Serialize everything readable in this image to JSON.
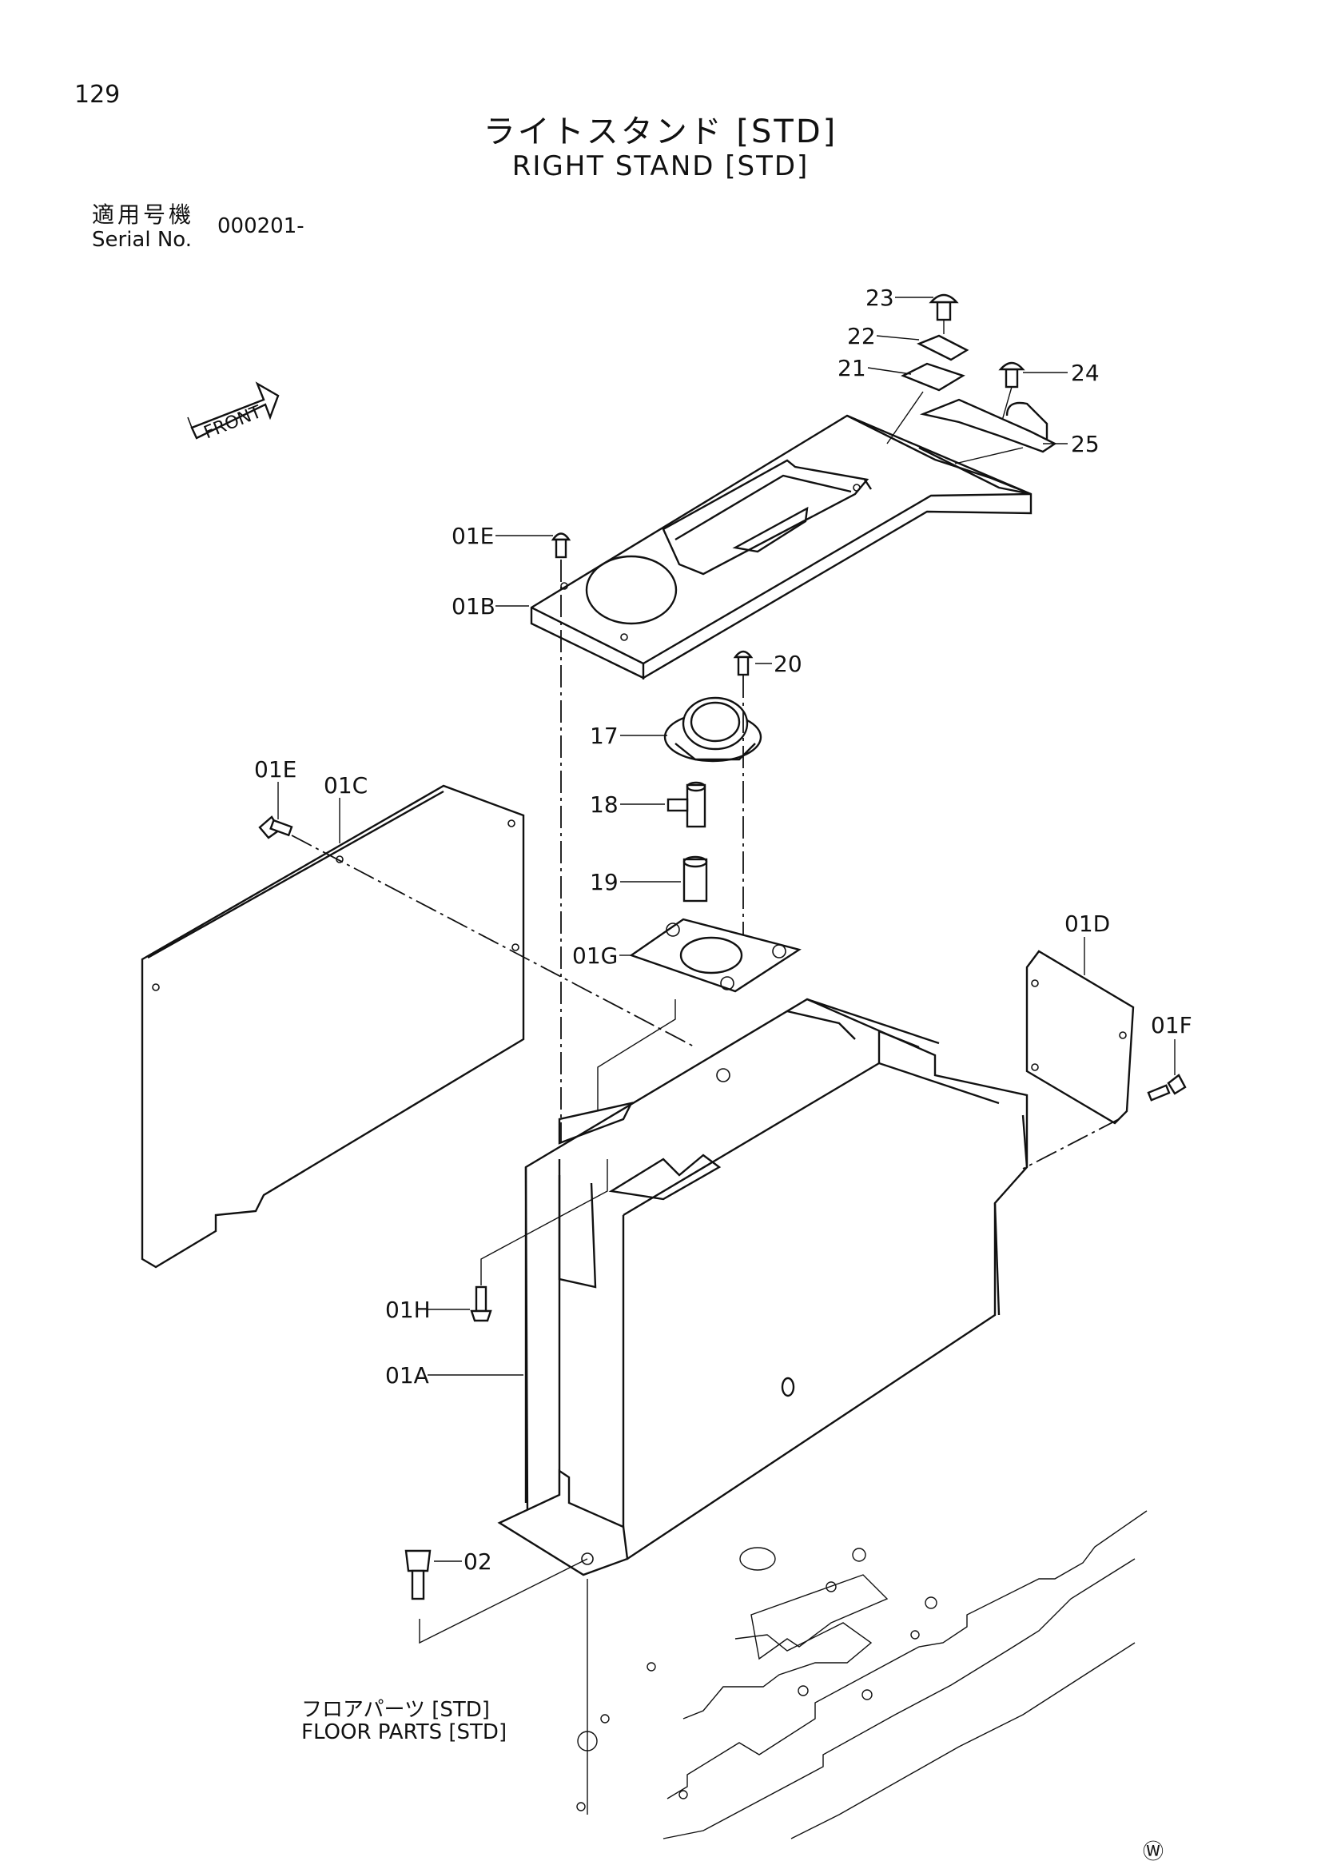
{
  "page": {
    "number": "129"
  },
  "title": {
    "jp": "ライトスタンド [STD]",
    "en": "RIGHT STAND [STD]"
  },
  "serial": {
    "label_jp": "適用号機",
    "label_en": "Serial No.",
    "value": "000201-"
  },
  "front_label": "FRONT",
  "callouts": {
    "c23": "23",
    "c22": "22",
    "c21": "21",
    "c24": "24",
    "c25": "25",
    "c01E_top": "01E",
    "c01B": "01B",
    "c20": "20",
    "c17": "17",
    "c01E_left": "01E",
    "c01C": "01C",
    "c18": "18",
    "c19": "19",
    "c01G": "01G",
    "c01D": "01D",
    "c01F": "01F",
    "c01H": "01H",
    "c01A": "01A",
    "c02": "02"
  },
  "floor_parts": {
    "jp": "フロアパーツ [STD]",
    "en": "FLOOR PARTS [STD]"
  },
  "watermark": "Ⓦ"
}
